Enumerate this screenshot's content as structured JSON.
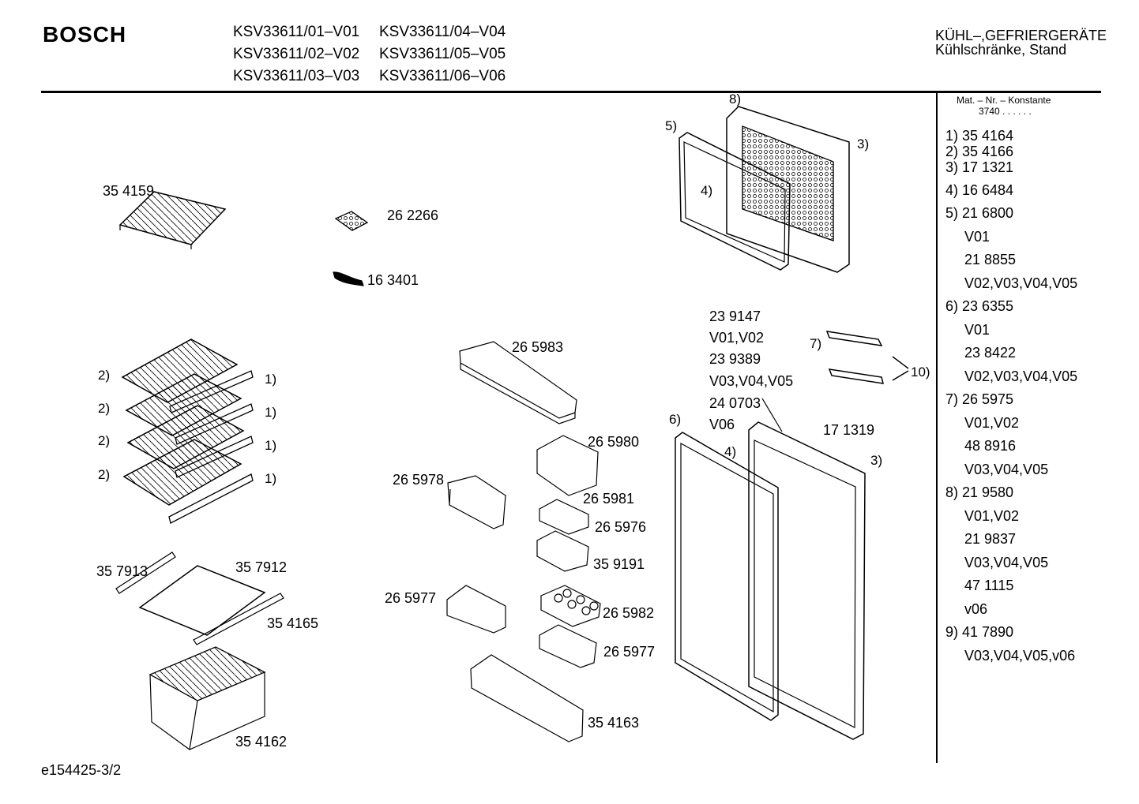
{
  "header": {
    "brand": "BOSCH",
    "models": [
      "KSV33611/01–V01",
      "KSV33611/04–V04",
      "KSV33611/02–V02",
      "KSV33611/05–V05",
      "KSV33611/03–V03",
      "KSV33611/06–V06"
    ],
    "category_line1": "KÜHL–,GEFRIERGERÄTE",
    "category_line2": "Kühlschränke, Stand"
  },
  "sidebar": {
    "mat_title": "Mat. – Nr. – Konstante",
    "mat_value": "3740 . .  . . . .",
    "rows": [
      {
        "text": "1) 35 4164",
        "indent": false
      },
      {
        "text": "2) 35 4166",
        "indent": false
      },
      {
        "text": "3) 17 1321",
        "indent": false
      },
      {
        "text": "4) 16 6484",
        "indent": false
      },
      {
        "text": "5) 21 6800",
        "indent": false
      },
      {
        "text": "V01",
        "indent": true
      },
      {
        "text": "21 8855",
        "indent": true
      },
      {
        "text": "V02,V03,V04,V05",
        "indent": true
      },
      {
        "text": "6) 23 6355",
        "indent": false
      },
      {
        "text": "V01",
        "indent": true
      },
      {
        "text": "23 8422",
        "indent": true
      },
      {
        "text": "V02,V03,V04,V05",
        "indent": true
      },
      {
        "text": "7) 26 5975",
        "indent": false
      },
      {
        "text": "V01,V02",
        "indent": true
      },
      {
        "text": "48 8916",
        "indent": true
      },
      {
        "text": "V03,V04,V05",
        "indent": true
      },
      {
        "text": "8) 21 9580",
        "indent": false
      },
      {
        "text": "V01,V02",
        "indent": true
      },
      {
        "text": "21 9837",
        "indent": true
      },
      {
        "text": "V03,V04,V05",
        "indent": true
      },
      {
        "text": "47 1115",
        "indent": true
      },
      {
        "text": "v06",
        "indent": true
      },
      {
        "text": "9) 41 7890",
        "indent": false
      },
      {
        "text": "V03,V04,V05,v06",
        "indent": true
      }
    ]
  },
  "parts": {
    "p354159": "35 4159",
    "p262266": "26 2266",
    "p163401": "16 3401",
    "p265983": "26 5983",
    "p265980": "26 5980",
    "p265978": "26 5978",
    "p265981": "26 5981",
    "p265976": "26 5976",
    "p359191": "35 9191",
    "p265977a": "26 5977",
    "p265982": "26 5982",
    "p265977b": "26 5977",
    "p354163": "35 4163",
    "p357913": "35 7913",
    "p357912": "35 7912",
    "p354165": "35 4165",
    "p354162": "35 4162",
    "p171319": "17 1319",
    "door_v1": "23 9147",
    "door_v1b": "V01,V02",
    "door_v2": "23 9389",
    "door_v2b": "V03,V04,V05",
    "door_v3": "24 0703",
    "door_v3b": "V06"
  },
  "callouts": {
    "c8": "8)",
    "c5": "5)",
    "c3a": "3)",
    "c4a": "4)",
    "c7": "7)",
    "c10": "10)",
    "c6": "6)",
    "c4b": "4)",
    "c3b": "3)",
    "c2": "2)",
    "c1": "1)"
  },
  "footer": {
    "code": "e154425-3/2"
  }
}
